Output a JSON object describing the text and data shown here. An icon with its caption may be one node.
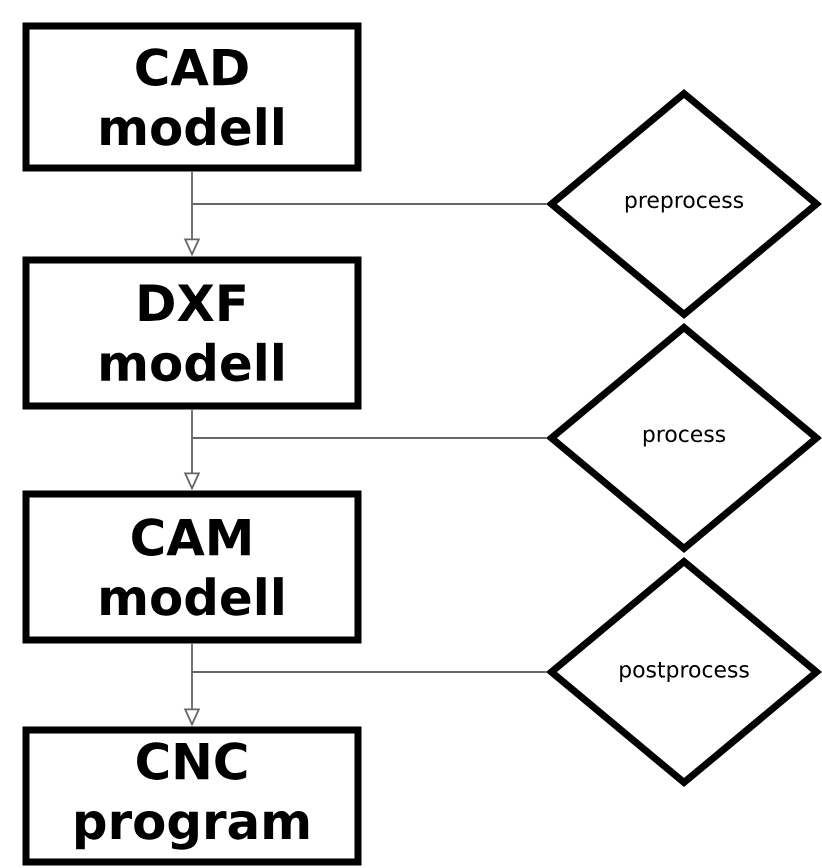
{
  "diagram": {
    "nodes": [
      {
        "text": [
          "CAD modell"
        ]
      },
      {
        "text": [
          "DXF modell"
        ]
      },
      {
        "text": [
          "CAM modell"
        ]
      },
      {
        "text": [
          "CNC program"
        ]
      },
      {
        "text": [
          "preprocess"
        ]
      },
      {
        "text": [
          "process"
        ]
      },
      {
        "text": [
          "postprocess"
        ]
      }
    ],
    "edges": [
      {
        "from": 0,
        "to": 1,
        "arrow": "to"
      },
      {
        "from": 1,
        "to": 2,
        "arrow": "to"
      },
      {
        "from": 2,
        "to": 3,
        "arrow": "to"
      },
      {
        "from": 4,
        "to": null,
        "arrow": "none"
      },
      {
        "from": 5,
        "to": null,
        "arrow": "none"
      },
      {
        "from": 6,
        "to": null,
        "arrow": "none"
      }
    ]
  }
}
